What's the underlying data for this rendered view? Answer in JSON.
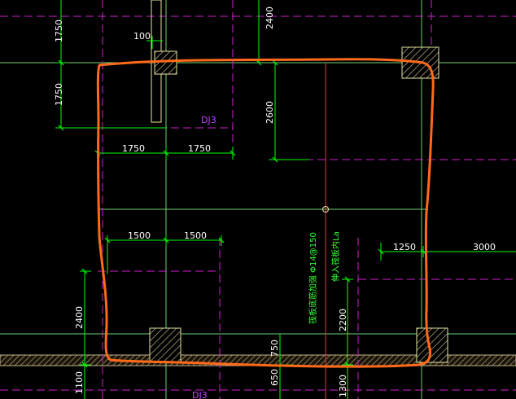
{
  "colors": {
    "background": "#000000",
    "dimension_line": "#00ff00",
    "dimension_text": "#ffffff",
    "dash_magenta": "#d020d0",
    "column_yellow": "#e6e6a0",
    "axis_line": "#7fd07f",
    "markup_orange": "#ff6a1a",
    "hatch_tan": "#c8b48a",
    "strip_label_green": "#33ff33",
    "dj_label": "#c040ff"
  },
  "dimensions": {
    "top_left_1750_a": "1750",
    "top_left_1750_b": "1750",
    "top_100": "100",
    "top_2400": "2400",
    "mid_2600": "2600",
    "h_1750_left": "1750",
    "h_1750_right": "1750",
    "h_1500_left": "1500",
    "h_1500_right": "1500",
    "left_2400": "2400",
    "left_1100": "1100",
    "right_1250": "1250",
    "right_3000": "3000",
    "right_2200": "2200",
    "bottom_750": "750",
    "bottom_650": "650",
    "bottom_1300": "1300"
  },
  "labels": {
    "dj_upper": "DJ3",
    "dj_lower": "DJ3",
    "strip_note_left": "筏板底筋加强 Φ14@150",
    "strip_note_right": "伸入筏板内La"
  },
  "icons": {
    "center_marker": "circle-marker-icon",
    "hatch_column": "hatched-column-icon"
  }
}
